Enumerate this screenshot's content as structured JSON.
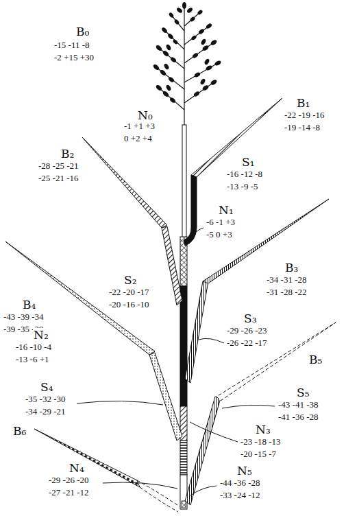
{
  "diagram": {
    "labels": [
      "B₀",
      "-15 -11 -8",
      "-2 +15 +30",
      "N₀",
      "-1 +1 +3",
      "0 +2 +4",
      "B₁",
      "-22 -19 -16",
      "-19 -14 -8",
      "B₂",
      "-28 -25 -21",
      "-25 -21 -16",
      "S₁",
      "-16 -12 -8",
      "-13 -9 -5",
      "N₁",
      "-6 -1 +3",
      "-5 0 +3",
      "S₂",
      "-22 -20 -17",
      "-20 -16 -10",
      "B₃",
      "-34 -31 -28",
      "-31 -28 -22",
      "B₄",
      "-43 -39 -34",
      "-39 -35 -29",
      "S₃",
      "-29 -26 -23",
      "-26 -22 -17",
      "N₂",
      "-16 -10 -4",
      "-13 -6 +1",
      "B₅",
      "S₄",
      "-35 -32 -30",
      "-34 -29 -21",
      "S₅",
      "-43 -41 -38",
      "-41 -36 -28",
      "N₃",
      "-23 -18 -13",
      "-20 -15 -7",
      "B₆",
      "N₄",
      "-29 -26 -20",
      "-27 -21 -12",
      "N₅",
      "-44 -36 -28",
      "-33 -24 -12"
    ]
  }
}
